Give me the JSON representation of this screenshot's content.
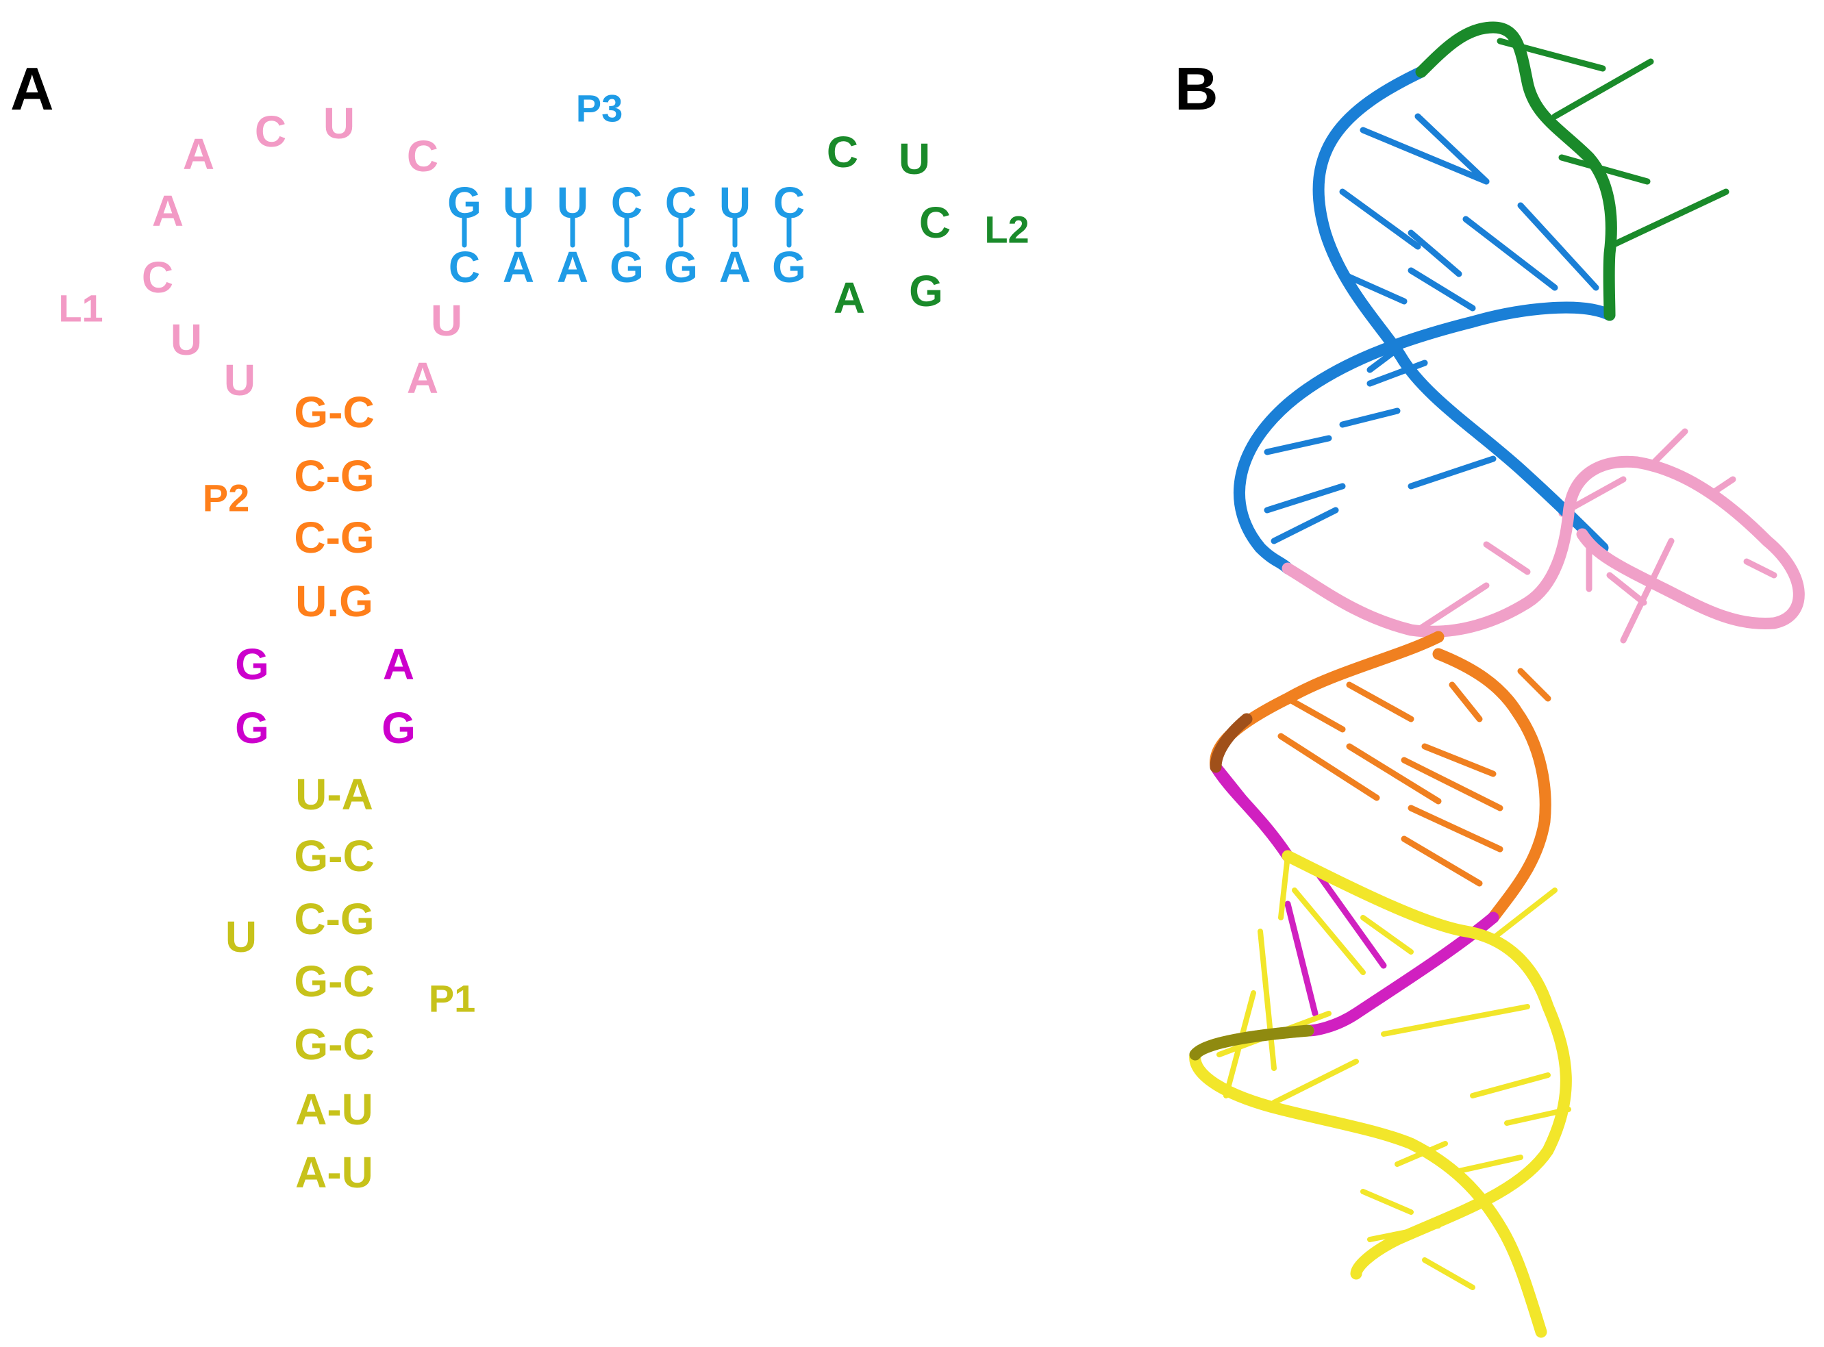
{
  "panel_a": {
    "label": "A",
    "region_labels": {
      "p3": "P3",
      "l2": "L2",
      "l1": "L1",
      "p2": "P2",
      "p1": "P1"
    },
    "l1_loop": [
      "C",
      "U",
      "C",
      "A",
      "A",
      "C",
      "U",
      "U"
    ],
    "l1_3prime": [
      "U",
      "A"
    ],
    "p3_top": [
      "G",
      "U",
      "U",
      "C",
      "C",
      "U",
      "C"
    ],
    "p3_bottom": [
      "C",
      "A",
      "A",
      "G",
      "G",
      "A",
      "G"
    ],
    "l2_loop": [
      "C",
      "U",
      "C",
      "G",
      "A"
    ],
    "p2_pairs": [
      "G-C",
      "C-G",
      "C-G",
      "U.G"
    ],
    "internal_loop": {
      "left": [
        "G",
        "G"
      ],
      "right": [
        "A",
        "G"
      ]
    },
    "p1_pairs": [
      "U-A",
      "G-C",
      "C-G",
      "G-C",
      "G-C",
      "A-U",
      "A-U"
    ],
    "p1_bulge": "U",
    "colors": {
      "l1": "#f29ac5",
      "p3": "#1e9be6",
      "l2": "#1a8a2a",
      "p2": "#ff7f1a",
      "internal": "#cc00cc",
      "p1": "#c7c21a"
    }
  },
  "panel_b": {
    "label": "B",
    "colors": {
      "p3": "#1a7fd6",
      "l2": "#1a8a2a",
      "l1": "#f0a0c8",
      "p2": "#f08020",
      "internal": "#d020c0",
      "p1": "#f2e62a"
    }
  }
}
